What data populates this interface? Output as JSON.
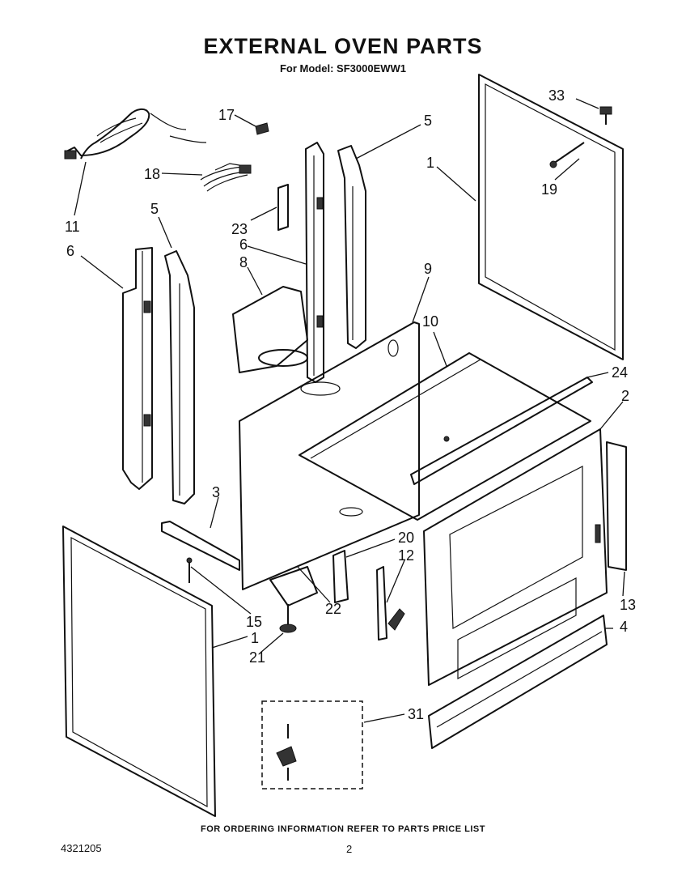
{
  "header": {
    "title": "EXTERNAL OVEN PARTS",
    "subtitle": "For Model: SF3000EWW1"
  },
  "callouts": [
    "33",
    "17",
    "5",
    "1",
    "19",
    "18",
    "11",
    "23",
    "6",
    "5",
    "6",
    "8",
    "9",
    "10",
    "24",
    "2",
    "3",
    "20",
    "12",
    "15",
    "22",
    "13",
    "4",
    "1",
    "21",
    "31"
  ],
  "footer": {
    "ordering_note": "FOR ORDERING INFORMATION REFER TO PARTS PRICE LIST",
    "document_number": "4321205",
    "page_number": "2"
  }
}
